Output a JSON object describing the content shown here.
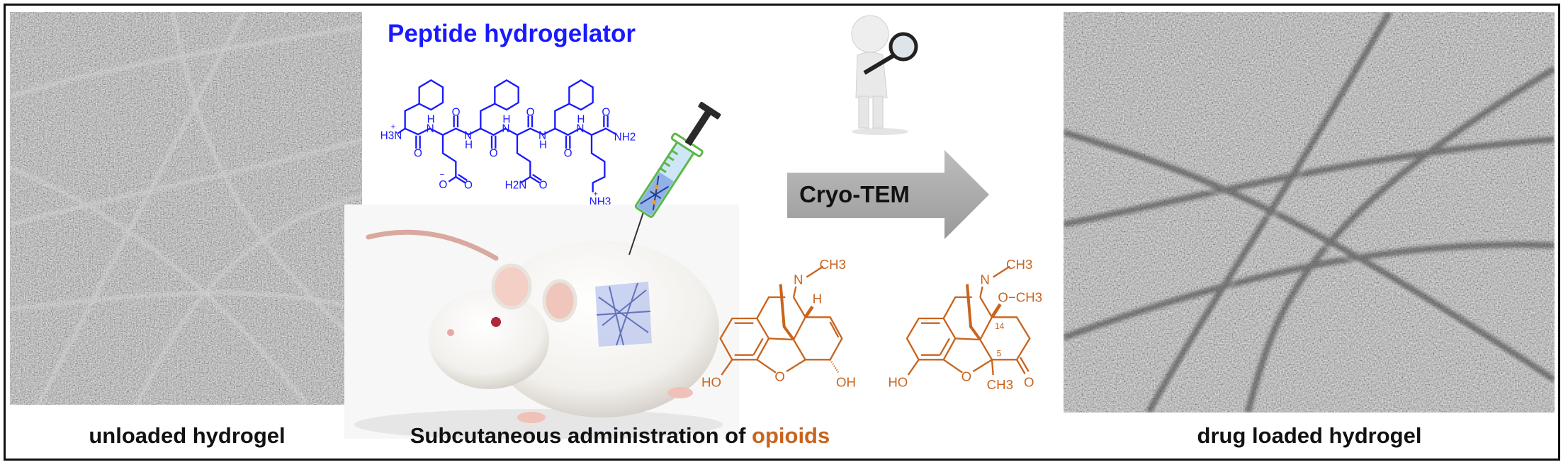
{
  "captions": {
    "left": "unloaded hydrogel",
    "center_prefix": "Subcutaneous administration of ",
    "center_highlight": "opioids",
    "right": "drug loaded hydrogel"
  },
  "peptide": {
    "title": "Peptide hydrogelator",
    "labels": {
      "h3n": "H3N",
      "plus": "+",
      "minus": "−",
      "nh": "N",
      "h": "H",
      "o": "O",
      "nh2": "NH2",
      "h2n": "H2N",
      "nh3": "NH3"
    }
  },
  "arrow": {
    "label": "Cryo-TEM"
  },
  "morphine": {
    "n": "N",
    "ch3": "CH3",
    "h": "H",
    "ho": "HO",
    "o": "O",
    "oh": "OH"
  },
  "oxycodone_like": {
    "n": "N",
    "ch3": "CH3",
    "och3": "O−CH3",
    "c14": "14",
    "c5": "5",
    "ho": "HO",
    "o": "O",
    "ch3_5": "CH3",
    "keto_o": "O"
  },
  "colors": {
    "peptide": "#1a1aff",
    "opioid": "#c8641e",
    "arrow": "#a9a9a9",
    "syringe": "#5cb848"
  }
}
